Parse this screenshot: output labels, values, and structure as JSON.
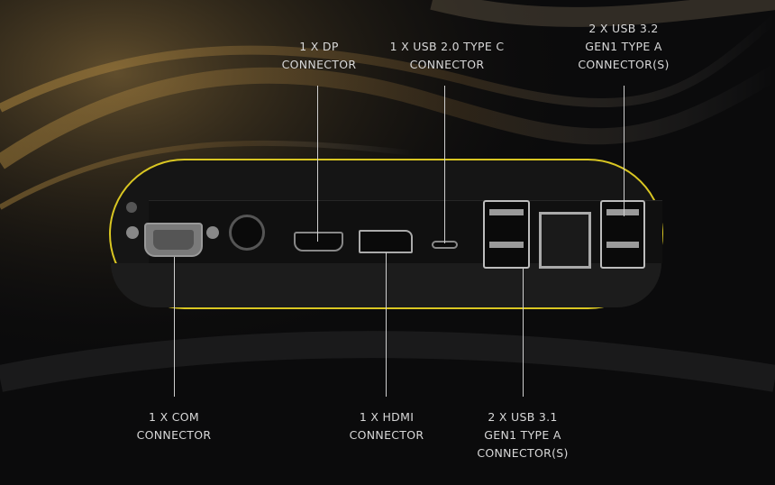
{
  "colors": {
    "highlight": "#d9c622",
    "text": "#d8d8d8",
    "background": "#0b0b0c",
    "accent_wave": "#c8a050"
  },
  "labels": {
    "dp": [
      "1 X DP",
      "CONNECTOR"
    ],
    "usbc": [
      "1 X USB 2.0 TYPE C",
      "CONNECTOR"
    ],
    "usb32": [
      "2 X USB 3.2",
      "GEN1 TYPE A",
      "CONNECTOR(S)"
    ],
    "com": [
      "1 X COM",
      "CONNECTOR"
    ],
    "hdmi": [
      "1 X HDMI",
      "CONNECTOR"
    ],
    "usb31": [
      "2 X USB 3.1",
      "GEN1 TYPE A",
      "CONNECTOR(S)"
    ]
  }
}
